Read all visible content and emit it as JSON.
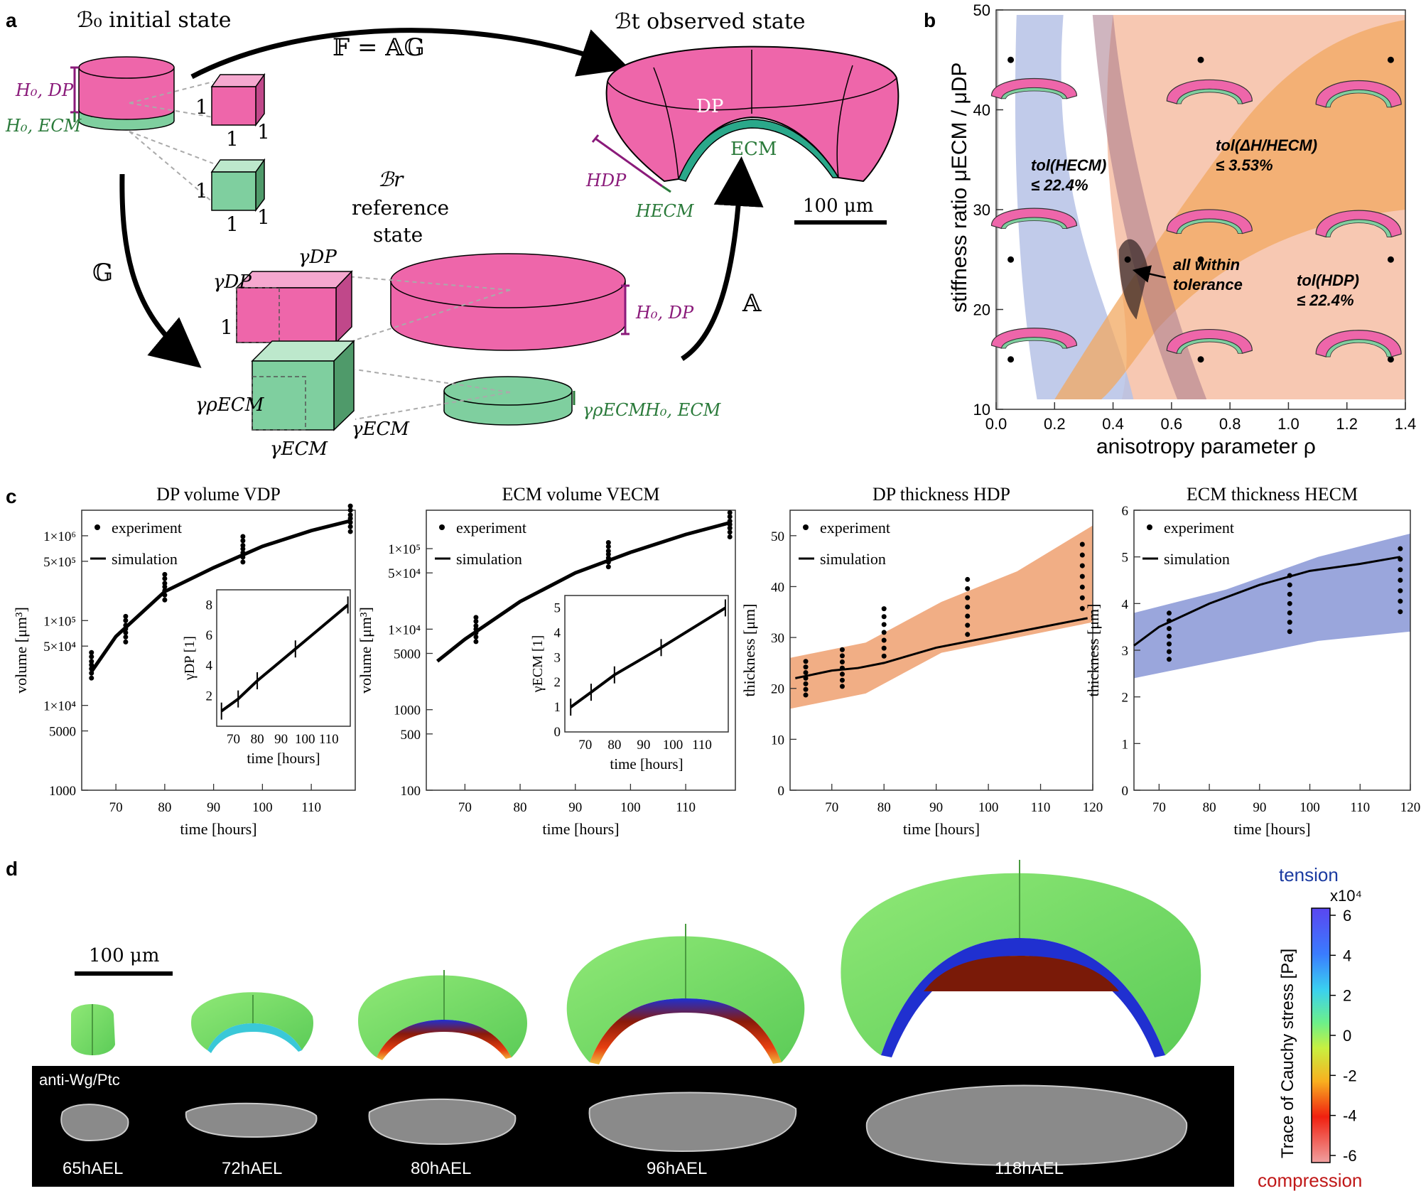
{
  "colors": {
    "dp": "#ee66aa",
    "ecm": "#7fcf9f",
    "dp_label": "#8a1a7a",
    "ecm_label": "#2a7a3a",
    "region_ecm": "#b6c2e6",
    "region_dp": "#f6c2aa",
    "region_dh": "#f2a860",
    "region_dark": "#3a2a2a",
    "tension": "#1a3aa0",
    "compression": "#c01818"
  },
  "panel_a": {
    "label": "a",
    "initial_state": "ℬ₀ initial state",
    "observed_state": "ℬt observed state",
    "reference_state": [
      "ℬr",
      "reference",
      "state"
    ],
    "f_eq": "𝔽 = 𝔸𝔾",
    "g": "𝔾",
    "a": "𝔸",
    "h0dp": "H₀, DP",
    "h0ecm": "H₀, ECM",
    "h0dp_ref": "H₀, DP",
    "h0ecm_ref": "H₀, ECM",
    "one": "1",
    "gamma_dp": "γDP",
    "gamma_ecm": "γECM",
    "gamma_rho_ecm": "γρECM",
    "dp": "DP",
    "ecm": "ECM",
    "hdp": "HDP",
    "hecm": "HECM",
    "scale": "100 μm"
  },
  "panel_b": {
    "label": "b",
    "xlabel": "anisotropy parameter ρ",
    "ylabel": "stiffness ratio μECM / μDP",
    "xticks": [
      "0.0",
      "0.2",
      "0.4",
      "0.6",
      "0.8",
      "1.0",
      "1.2",
      "1.4"
    ],
    "yticks": [
      "10",
      "20",
      "30",
      "40",
      "50"
    ],
    "tol_hecm": [
      "tol(HECM)",
      "≤ 22.4%"
    ],
    "tol_dh": [
      "tol(ΔH/HECM)",
      "≤ 3.53%"
    ],
    "tol_hdp": [
      "tol(HDP)",
      "≤ 22.4%"
    ],
    "all_within": [
      "all within",
      "tolerance"
    ]
  },
  "panel_c": {
    "label": "c",
    "legend_experiment": "experiment",
    "legend_simulation": "simulation",
    "xlabel": "time   [hours]",
    "inset_xlabel": "time    [hours]",
    "plots": [
      {
        "title": "DP volume VDP",
        "ylabel": "volume  [μm³]",
        "xticks": [
          "70",
          "80",
          "90",
          "100",
          "110"
        ],
        "yticks": [
          "1000",
          "5000",
          "1×10⁴",
          "5×10⁴",
          "1×10⁵",
          "5×10⁵",
          "1×10⁶"
        ],
        "inset_ylabel": "γDP  [1]",
        "inset_yticks": [
          "2",
          "4",
          "6",
          "8"
        ],
        "inset_xticks": [
          "70",
          "80",
          "90",
          "100",
          "110"
        ]
      },
      {
        "title": "ECM volume VECM",
        "ylabel": "volume  [μm³]",
        "xticks": [
          "70",
          "80",
          "90",
          "100",
          "110"
        ],
        "yticks": [
          "100",
          "500",
          "1000",
          "5000",
          "1×10⁴",
          "5×10⁴",
          "1×10⁵"
        ],
        "inset_ylabel": "γECM  [1]",
        "inset_yticks": [
          "0",
          "1",
          "2",
          "3",
          "4",
          "5"
        ],
        "inset_xticks": [
          "70",
          "80",
          "90",
          "100",
          "110"
        ]
      },
      {
        "title": "DP thickness HDP",
        "ylabel": "thickness  [μm]",
        "xticks": [
          "70",
          "80",
          "90",
          "100",
          "110",
          "120"
        ],
        "yticks": [
          "0",
          "10",
          "20",
          "30",
          "40",
          "50"
        ]
      },
      {
        "title": "ECM thickness HECM",
        "ylabel": "thickness  [μm]",
        "xticks": [
          "70",
          "80",
          "90",
          "100",
          "110",
          "120"
        ],
        "yticks": [
          "0",
          "1",
          "2",
          "3",
          "4",
          "5",
          "6"
        ]
      }
    ]
  },
  "panel_d": {
    "label": "d",
    "scale": "100 μm",
    "stain": "anti-Wg/Ptc",
    "times": [
      "65hAEL",
      "72hAEL",
      "80hAEL",
      "96hAEL",
      "118hAEL"
    ],
    "tension": "tension",
    "compression": "compression",
    "colorbar_label": "Trace of Cauchy stress [Pa]",
    "multiplier": "x10⁴",
    "colorbar_ticks": [
      "6",
      "4",
      "2",
      "0",
      "-2",
      "-4",
      "-6"
    ]
  },
  "chart_data": [
    {
      "type": "area",
      "id": "b",
      "xlabel": "anisotropy parameter ρ",
      "ylabel": "stiffness ratio μECM / μDP",
      "xlim": [
        0,
        1.4
      ],
      "ylim": [
        10,
        50
      ],
      "sample_points": {
        "x": [
          0.05,
          0.05,
          0.05,
          0.7,
          0.7,
          0.7,
          1.35,
          1.35,
          1.35
        ],
        "y": [
          45,
          25,
          15,
          45,
          25,
          15,
          45,
          25,
          15
        ]
      },
      "highlight_point": {
        "x": 0.45,
        "y": 25
      }
    },
    {
      "type": "scatter",
      "id": "c1",
      "title": "DP volume VDP",
      "log_y": true,
      "x": [
        65,
        72,
        80,
        96,
        118
      ],
      "experiment_median": [
        30000,
        80000,
        250000,
        700000,
        1600000
      ],
      "simulation": {
        "x": [
          65,
          70,
          80,
          90,
          100,
          110,
          118
        ],
        "y": [
          25000,
          65000,
          220000,
          420000,
          750000,
          1150000,
          1500000
        ]
      },
      "xlim": [
        63,
        119
      ],
      "ylim": [
        1000,
        2000000
      ],
      "inset": {
        "x": [
          65,
          72,
          80,
          96,
          118
        ],
        "y": [
          1.0,
          1.8,
          3.0,
          5.1,
          8.0
        ],
        "ylim": [
          0,
          9
        ],
        "xlim": [
          63,
          119
        ]
      }
    },
    {
      "type": "scatter",
      "id": "c2",
      "title": "ECM volume VECM",
      "log_y": true,
      "x": [
        72,
        96,
        118
      ],
      "experiment_median": [
        10000,
        85000,
        200000
      ],
      "simulation": {
        "x": [
          65,
          70,
          80,
          90,
          100,
          110,
          118
        ],
        "y": [
          4000,
          7500,
          22000,
          50000,
          90000,
          150000,
          210000
        ]
      },
      "xlim": [
        63,
        119
      ],
      "ylim": [
        100,
        300000
      ],
      "inset": {
        "x": [
          65,
          72,
          80,
          96,
          118
        ],
        "y": [
          1.0,
          1.6,
          2.3,
          3.4,
          5.0
        ],
        "ylim": [
          0,
          5.5
        ],
        "xlim": [
          63,
          119
        ]
      }
    },
    {
      "type": "scatter",
      "id": "c3",
      "title": "DP thickness HDP",
      "x": [
        65,
        72,
        80,
        96,
        118
      ],
      "experiment_median": [
        22,
        24,
        31,
        36,
        42
      ],
      "simulation": {
        "x": [
          63,
          70,
          75,
          80,
          90,
          100,
          110,
          119
        ],
        "y": [
          22,
          23.5,
          24,
          25,
          28,
          30,
          32,
          33.8
        ]
      },
      "band_lower": [
        16,
        19,
        27,
        30,
        33
      ],
      "band_upper": [
        26,
        29,
        37,
        43,
        52
      ],
      "xlim": [
        62,
        120
      ],
      "ylim": [
        0,
        55
      ]
    },
    {
      "type": "scatter",
      "id": "c4",
      "title": "ECM thickness HECM",
      "x": [
        72,
        96,
        118
      ],
      "experiment_median": [
        3.3,
        4.0,
        4.5
      ],
      "simulation": {
        "x": [
          65,
          70,
          80,
          90,
          100,
          110,
          118
        ],
        "y": [
          3.1,
          3.5,
          4.0,
          4.4,
          4.7,
          4.85,
          5.0
        ]
      },
      "band_lower": [
        2.4,
        2.8,
        3.2,
        3.4
      ],
      "band_upper": [
        3.8,
        4.3,
        5.0,
        5.5
      ],
      "xlim": [
        65,
        120
      ],
      "ylim": [
        0,
        6
      ]
    }
  ]
}
